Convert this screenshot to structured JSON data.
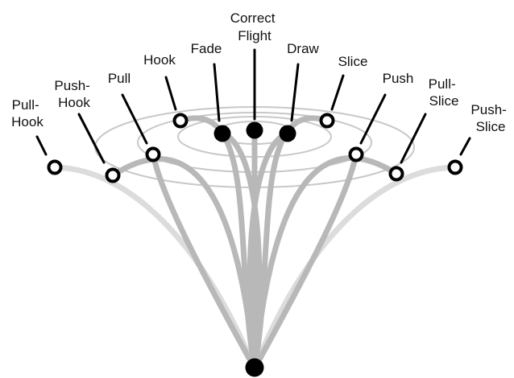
{
  "diagram": {
    "colors": {
      "ring": "#c8c8c8",
      "path": "#b8b8b8",
      "path_faint": "#dcdcdc",
      "marker": "#000000",
      "marker_open_fill": "#ffffff"
    },
    "labels": {
      "pull_hook": [
        "Pull-",
        "Hook"
      ],
      "push_hook": [
        "Push-",
        "Hook"
      ],
      "pull": [
        "Pull"
      ],
      "hook": [
        "Hook"
      ],
      "fade": [
        "Fade"
      ],
      "correct_flight": [
        "Correct",
        "Flight"
      ],
      "draw": [
        "Draw"
      ],
      "slice": [
        "Slice"
      ],
      "push": [
        "Push"
      ],
      "pull_slice": [
        "Pull-",
        "Slice"
      ],
      "push_slice": [
        "Push-",
        "Slice"
      ]
    }
  }
}
